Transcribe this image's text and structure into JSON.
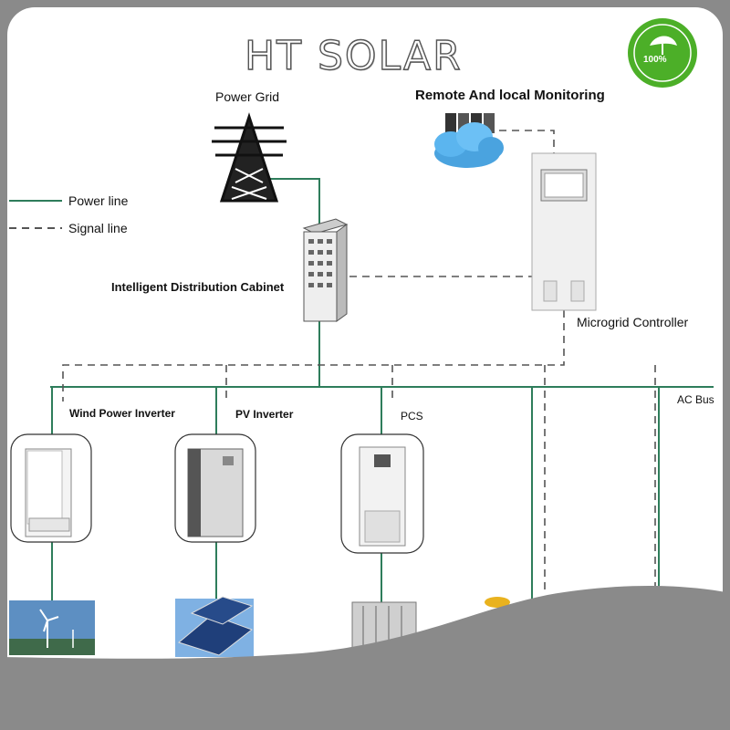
{
  "brand": "HT SOLAR",
  "badge": {
    "text": "100%",
    "color": "#4caf28"
  },
  "legend": {
    "power_line": "Power line",
    "signal_line": "Signal line"
  },
  "labels": {
    "power_grid": "Power Grid",
    "remote_monitoring": "Remote And local Monitoring",
    "distribution_cabinet": "Intelligent Distribution Cabinet",
    "microgrid_controller": "Microgrid Controller",
    "ac_bus": "AC Bus",
    "wind_inverter": "Wind Power Inverter",
    "pv_inverter": "PV Inverter",
    "pcs": "PCS"
  },
  "colors": {
    "power_line": "#2e7d5b",
    "signal_line": "#555555",
    "frame": "#8a8a8a",
    "background": "#ffffff"
  }
}
